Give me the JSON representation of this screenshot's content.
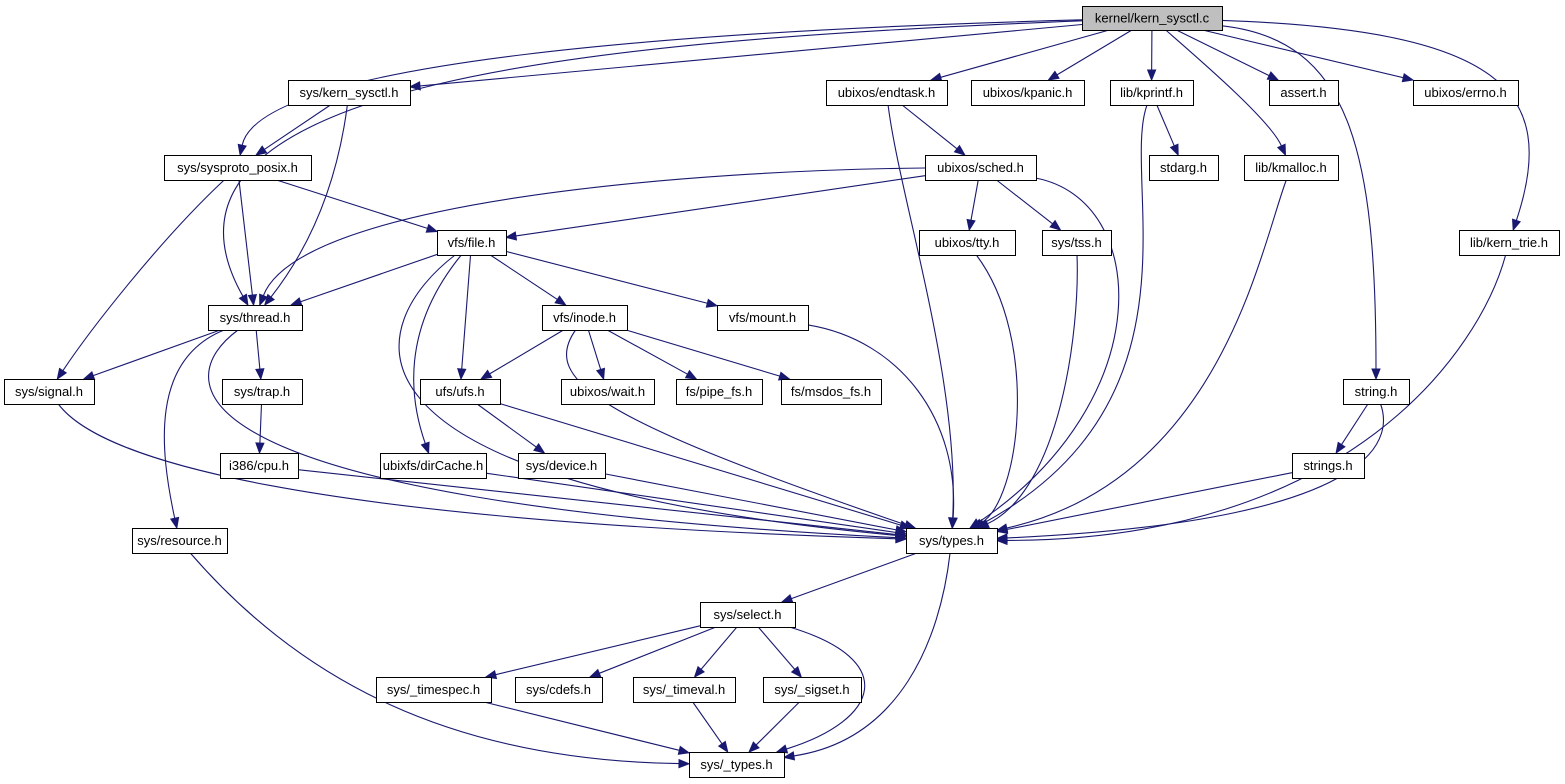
{
  "title": "kernel/kern_sysctl.c include dependency graph",
  "colors": {
    "edge": "#191970",
    "root_fill": "#bfbfbf",
    "node_fill": "#ffffff",
    "node_border": "#000000"
  },
  "nodes": [
    {
      "id": "kern_sysctl_c",
      "label": "kernel/kern_sysctl.c",
      "root": true
    },
    {
      "id": "sys_kern_sysctl_h",
      "label": "sys/kern_sysctl.h"
    },
    {
      "id": "ubixos_endtask_h",
      "label": "ubixos/endtask.h"
    },
    {
      "id": "ubixos_kpanic_h",
      "label": "ubixos/kpanic.h"
    },
    {
      "id": "lib_kprintf_h",
      "label": "lib/kprintf.h"
    },
    {
      "id": "assert_h",
      "label": "assert.h"
    },
    {
      "id": "ubixos_errno_h",
      "label": "ubixos/errno.h"
    },
    {
      "id": "sys_sysproto_posix_h",
      "label": "sys/sysproto_posix.h"
    },
    {
      "id": "ubixos_sched_h",
      "label": "ubixos/sched.h"
    },
    {
      "id": "stdarg_h",
      "label": "stdarg.h"
    },
    {
      "id": "lib_kmalloc_h",
      "label": "lib/kmalloc.h"
    },
    {
      "id": "vfs_file_h",
      "label": "vfs/file.h"
    },
    {
      "id": "ubixos_tty_h",
      "label": "ubixos/tty.h"
    },
    {
      "id": "sys_tss_h",
      "label": "sys/tss.h"
    },
    {
      "id": "lib_kern_trie_h",
      "label": "lib/kern_trie.h"
    },
    {
      "id": "sys_thread_h",
      "label": "sys/thread.h"
    },
    {
      "id": "vfs_inode_h",
      "label": "vfs/inode.h"
    },
    {
      "id": "vfs_mount_h",
      "label": "vfs/mount.h"
    },
    {
      "id": "sys_signal_h",
      "label": "sys/signal.h"
    },
    {
      "id": "sys_trap_h",
      "label": "sys/trap.h"
    },
    {
      "id": "ufs_ufs_h",
      "label": "ufs/ufs.h"
    },
    {
      "id": "ubixos_wait_h",
      "label": "ubixos/wait.h"
    },
    {
      "id": "fs_pipe_fs_h",
      "label": "fs/pipe_fs.h"
    },
    {
      "id": "fs_msdos_fs_h",
      "label": "fs/msdos_fs.h"
    },
    {
      "id": "string_h",
      "label": "string.h"
    },
    {
      "id": "i386_cpu_h",
      "label": "i386/cpu.h"
    },
    {
      "id": "ubixfs_dircache_h",
      "label": "ubixfs/dirCache.h"
    },
    {
      "id": "sys_device_h",
      "label": "sys/device.h"
    },
    {
      "id": "strings_h",
      "label": "strings.h"
    },
    {
      "id": "sys_resource_h",
      "label": "sys/resource.h"
    },
    {
      "id": "sys_types_h",
      "label": "sys/types.h"
    },
    {
      "id": "sys_select_h",
      "label": "sys/select.h"
    },
    {
      "id": "sys_timespec_h",
      "label": "sys/_timespec.h"
    },
    {
      "id": "sys_cdefs_h",
      "label": "sys/cdefs.h"
    },
    {
      "id": "sys_timeval_h",
      "label": "sys/_timeval.h"
    },
    {
      "id": "sys_sigset_h",
      "label": "sys/_sigset.h"
    },
    {
      "id": "sys__types_h",
      "label": "sys/_types.h"
    }
  ],
  "edges": [
    [
      "kern_sysctl_c",
      "sys_kern_sysctl_h"
    ],
    [
      "kern_sysctl_c",
      "sys_sysproto_posix_h"
    ],
    [
      "kern_sysctl_c",
      "sys_thread_h"
    ],
    [
      "kern_sysctl_c",
      "ubixos_endtask_h"
    ],
    [
      "kern_sysctl_c",
      "ubixos_kpanic_h"
    ],
    [
      "kern_sysctl_c",
      "lib_kprintf_h"
    ],
    [
      "kern_sysctl_c",
      "lib_kmalloc_h"
    ],
    [
      "kern_sysctl_c",
      "assert_h"
    ],
    [
      "kern_sysctl_c",
      "ubixos_errno_h"
    ],
    [
      "kern_sysctl_c",
      "string_h"
    ],
    [
      "kern_sysctl_c",
      "lib_kern_trie_h"
    ],
    [
      "sys_kern_sysctl_h",
      "sys_sysproto_posix_h"
    ],
    [
      "sys_kern_sysctl_h",
      "sys_thread_h"
    ],
    [
      "sys_sysproto_posix_h",
      "sys_thread_h"
    ],
    [
      "sys_sysproto_posix_h",
      "sys_signal_h"
    ],
    [
      "sys_sysproto_posix_h",
      "vfs_file_h"
    ],
    [
      "ubixos_endtask_h",
      "ubixos_sched_h"
    ],
    [
      "ubixos_endtask_h",
      "sys_types_h"
    ],
    [
      "lib_kprintf_h",
      "stdarg_h"
    ],
    [
      "lib_kprintf_h",
      "sys_types_h"
    ],
    [
      "lib_kmalloc_h",
      "sys_types_h"
    ],
    [
      "ubixos_sched_h",
      "vfs_file_h"
    ],
    [
      "ubixos_sched_h",
      "sys_thread_h"
    ],
    [
      "ubixos_sched_h",
      "ubixos_tty_h"
    ],
    [
      "ubixos_sched_h",
      "sys_tss_h"
    ],
    [
      "ubixos_sched_h",
      "sys_types_h"
    ],
    [
      "vfs_file_h",
      "sys_thread_h"
    ],
    [
      "vfs_file_h",
      "vfs_inode_h"
    ],
    [
      "vfs_file_h",
      "vfs_mount_h"
    ],
    [
      "vfs_file_h",
      "ufs_ufs_h"
    ],
    [
      "vfs_file_h",
      "ubixfs_dircache_h"
    ],
    [
      "vfs_file_h",
      "sys_types_h"
    ],
    [
      "ubixos_tty_h",
      "sys_types_h"
    ],
    [
      "sys_tss_h",
      "sys_types_h"
    ],
    [
      "lib_kern_trie_h",
      "sys_types_h"
    ],
    [
      "sys_thread_h",
      "sys_signal_h"
    ],
    [
      "sys_thread_h",
      "sys_trap_h"
    ],
    [
      "sys_thread_h",
      "sys_resource_h"
    ],
    [
      "sys_thread_h",
      "sys_types_h"
    ],
    [
      "vfs_inode_h",
      "ufs_ufs_h"
    ],
    [
      "vfs_inode_h",
      "ubixos_wait_h"
    ],
    [
      "vfs_inode_h",
      "fs_pipe_fs_h"
    ],
    [
      "vfs_inode_h",
      "fs_msdos_fs_h"
    ],
    [
      "vfs_inode_h",
      "sys_types_h"
    ],
    [
      "vfs_mount_h",
      "sys_types_h"
    ],
    [
      "sys_signal_h",
      "sys_types_h"
    ],
    [
      "sys_trap_h",
      "i386_cpu_h"
    ],
    [
      "ufs_ufs_h",
      "sys_device_h"
    ],
    [
      "ufs_ufs_h",
      "sys_types_h"
    ],
    [
      "string_h",
      "strings_h"
    ],
    [
      "string_h",
      "sys_types_h"
    ],
    [
      "i386_cpu_h",
      "sys_types_h"
    ],
    [
      "ubixfs_dircache_h",
      "sys_types_h"
    ],
    [
      "sys_device_h",
      "sys_types_h"
    ],
    [
      "strings_h",
      "sys_types_h"
    ],
    [
      "sys_resource_h",
      "sys__types_h"
    ],
    [
      "sys_types_h",
      "sys_select_h"
    ],
    [
      "sys_types_h",
      "sys__types_h"
    ],
    [
      "sys_select_h",
      "sys_timespec_h"
    ],
    [
      "sys_select_h",
      "sys_cdefs_h"
    ],
    [
      "sys_select_h",
      "sys_timeval_h"
    ],
    [
      "sys_select_h",
      "sys_sigset_h"
    ],
    [
      "sys_select_h",
      "sys__types_h"
    ],
    [
      "sys_timespec_h",
      "sys__types_h"
    ],
    [
      "sys_timeval_h",
      "sys__types_h"
    ],
    [
      "sys_sigset_h",
      "sys__types_h"
    ]
  ]
}
